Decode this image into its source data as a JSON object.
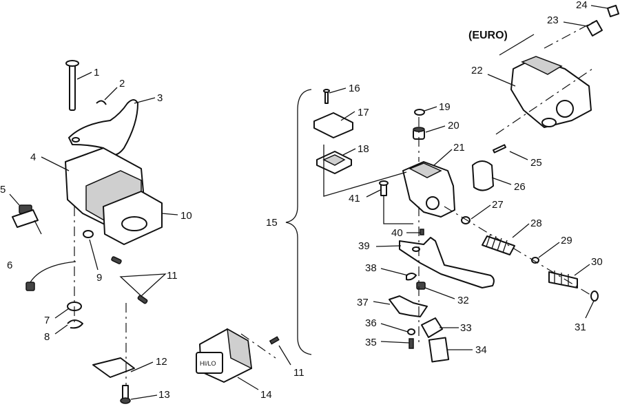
{
  "diagram": {
    "euro_label": "(EURO)",
    "switch_text": "HI/LO",
    "callouts": [
      "1",
      "2",
      "3",
      "4",
      "5",
      "6",
      "7",
      "8",
      "9",
      "10",
      "11",
      "11",
      "12",
      "13",
      "14",
      "11",
      "15",
      "16",
      "17",
      "18",
      "19",
      "20",
      "21",
      "22",
      "23",
      "24",
      "25",
      "26",
      "27",
      "28",
      "29",
      "30",
      "31",
      "32",
      "33",
      "34",
      "35",
      "36",
      "37",
      "38",
      "39",
      "40",
      "41"
    ]
  }
}
